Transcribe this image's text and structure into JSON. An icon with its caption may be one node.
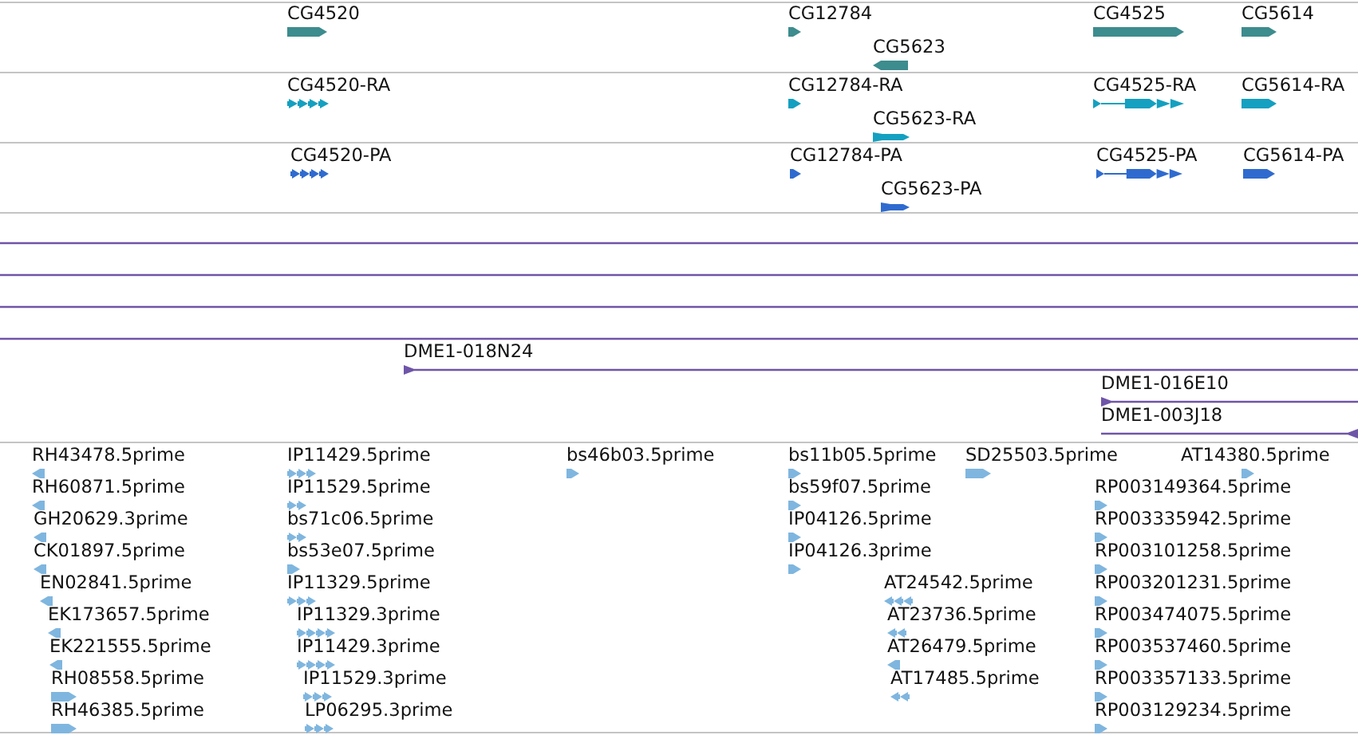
{
  "diagram": {
    "labels": [
      "CG4520",
      "CG12784",
      "CG4525",
      "CG5614",
      "CG5623",
      "CG4520-RA",
      "CG12784-RA",
      "CG4525-RA",
      "CG5614-RA",
      "CG5623-RA",
      "CG4520-PA",
      "CG12784-PA",
      "CG4525-PA",
      "CG5614-PA",
      "CG5623-PA",
      "DME1-018N24",
      "DME1-016E10",
      "DME1-003J18",
      "RH43478.5prime",
      "IP11429.5prime",
      "bs46b03.5prime",
      "bs11b05.5prime",
      "SD25503.5prime",
      "AT14380.5prime",
      "RH60871.5prime",
      "IP11529.5prime",
      "bs59f07.5prime",
      "RP003149364.5prime",
      "GH20629.3prime",
      "bs71c06.5prime",
      "IP04126.5prime",
      "RP003335942.5prime",
      "CK01897.5prime",
      "bs53e07.5prime",
      "IP04126.3prime",
      "RP003101258.5prime",
      "EN02841.5prime",
      "IP11329.5prime",
      "AT24542.5prime",
      "RP003201231.5prime",
      "EK173657.5prime",
      "IP11329.3prime",
      "AT23736.5prime",
      "RP003474075.5prime",
      "EK221555.5prime",
      "IP11429.3prime",
      "AT26479.5prime",
      "RP003537460.5prime",
      "RH08558.5prime",
      "IP11529.3prime",
      "AT17485.5prime",
      "RP003357133.5prime",
      "RH46385.5prime",
      "LP06295.3prime",
      "RP003129234.5prime"
    ]
  }
}
